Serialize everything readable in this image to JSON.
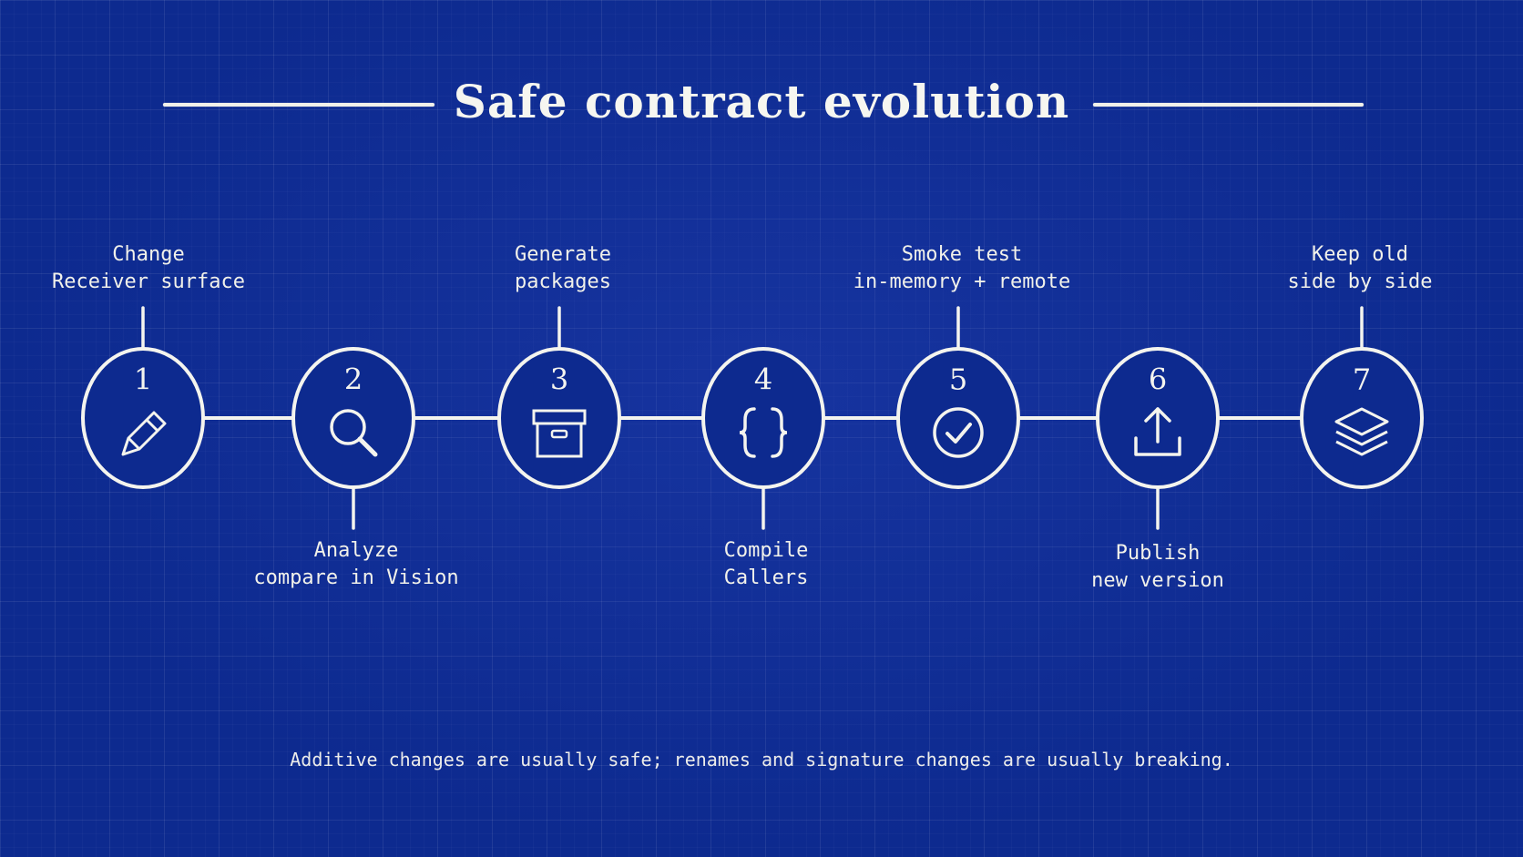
{
  "title": "Safe contract evolution",
  "steps": [
    {
      "number": "1",
      "label_line1": "Change",
      "label_line2": "Receiver surface",
      "label_position": "above",
      "icon": "pencil-icon"
    },
    {
      "number": "2",
      "label_line1": "Analyze",
      "label_line2": "compare in Vision",
      "label_position": "below",
      "icon": "magnifier-icon"
    },
    {
      "number": "3",
      "label_line1": "Generate",
      "label_line2": "packages",
      "label_position": "above",
      "icon": "box-icon"
    },
    {
      "number": "4",
      "label_line1": "Compile",
      "label_line2": "Callers",
      "label_position": "below",
      "icon": "braces-icon"
    },
    {
      "number": "5",
      "label_line1": "Smoke test",
      "label_line2": "in-memory + remote",
      "label_position": "above",
      "icon": "check-circle-icon"
    },
    {
      "number": "6",
      "label_line1": "Publish",
      "label_line2": "new version",
      "label_position": "below",
      "icon": "upload-icon"
    },
    {
      "number": "7",
      "label_line1": "Keep old",
      "label_line2": "side by side",
      "label_position": "above",
      "icon": "layers-icon"
    }
  ],
  "footnote": "Additive changes are usually safe; renames and signature changes are usually breaking.",
  "colors": {
    "background": "#0d2a8f",
    "chalk": "#f4f4ee"
  }
}
